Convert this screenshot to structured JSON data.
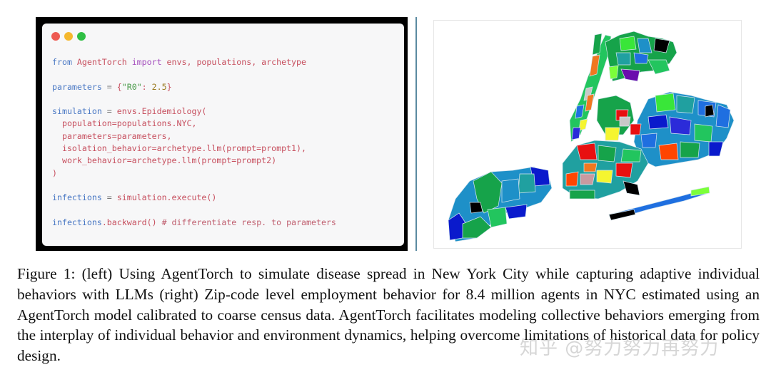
{
  "code_window": {
    "traffic_lights": [
      {
        "name": "close",
        "color": "#ee5a52"
      },
      {
        "name": "minimize",
        "color": "#f5b82e"
      },
      {
        "name": "maximize",
        "color": "#2fbf44"
      }
    ],
    "lines": [
      "from AgentTorch import envs, populations, archetype",
      "",
      "parameters = {\"R0\": 2.5}",
      "",
      "simulation = envs.Epidemiology(",
      "  population=populations.NYC,",
      "  parameters=parameters,",
      "  isolation_behavior=archetype.llm(prompt=prompt1),",
      "  work_behavior=archetype.llm(prompt=prompt2)",
      ")",
      "",
      "infections = simulation.execute()",
      "",
      "infections.backward() # differentiate resp. to parameters"
    ]
  },
  "map": {
    "description": "Zip-code level choropleth map of New York City boroughs",
    "palette": [
      "#0a7a3a",
      "#16a34a",
      "#22c55e",
      "#39e639",
      "#7cff3a",
      "#1e90c8",
      "#1f6fe0",
      "#0a1acc",
      "#2b2bd9",
      "#e81010",
      "#ff4500",
      "#f07820",
      "#f5f530",
      "#c8c8c8",
      "#c89aa0",
      "#000000",
      "#6a0dad",
      "#20a0a0"
    ]
  },
  "caption": {
    "text": "Figure 1: (left) Using AgentTorch to simulate disease spread in New York City while capturing adaptive individual behaviors with LLMs (right) Zip-code level employment behavior for 8.4 million agents in NYC estimated using an AgentTorch model calibrated to coarse census data. AgentTorch facilitates modeling collective behaviors emerging from the interplay of individual behavior and environment dynamics, helping overcome limitations of historical data for policy design."
  },
  "watermark": "知乎 @努力努力再努力"
}
